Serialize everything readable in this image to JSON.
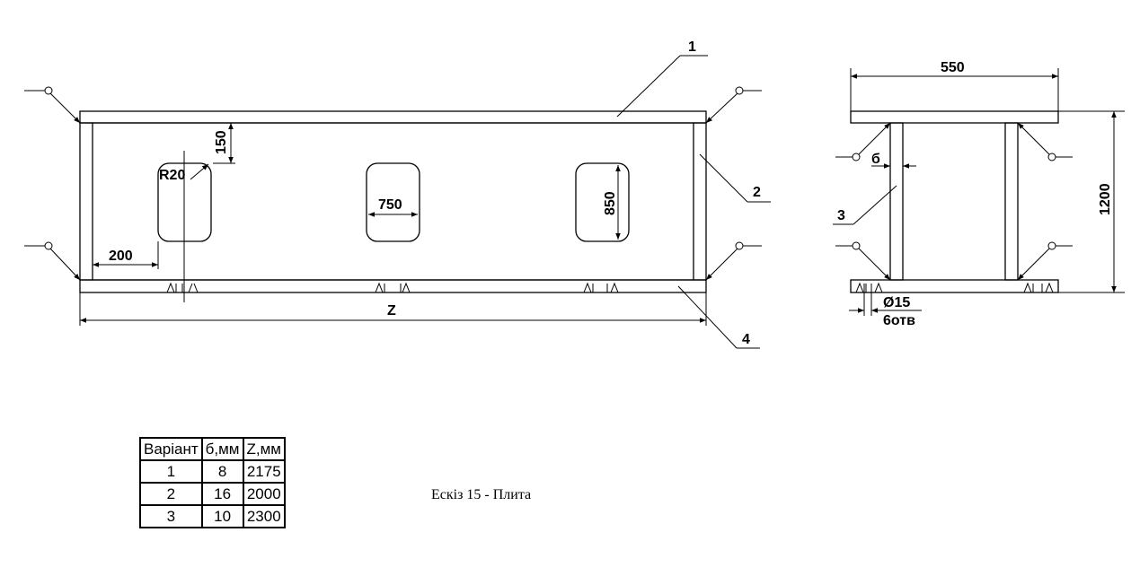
{
  "front_view": {
    "dims": {
      "height_150": "150",
      "radius": "R20",
      "hole_width": "750",
      "hole_height": "850",
      "offset_200": "200",
      "length": "Z"
    },
    "callouts": [
      "1",
      "2",
      "4"
    ]
  },
  "side_view": {
    "dims": {
      "width": "550",
      "height": "1200",
      "thickness": "б",
      "hole_diameter": "Ø15",
      "hole_count": "6отв"
    },
    "callouts": [
      "3"
    ]
  },
  "table": {
    "headers": [
      "Варіант",
      "б,мм",
      "Z,мм"
    ],
    "rows": [
      [
        "1",
        "8",
        "2175"
      ],
      [
        "2",
        "16",
        "2000"
      ],
      [
        "3",
        "10",
        "2300"
      ]
    ]
  },
  "caption": "Ескіз 15 - Плита"
}
